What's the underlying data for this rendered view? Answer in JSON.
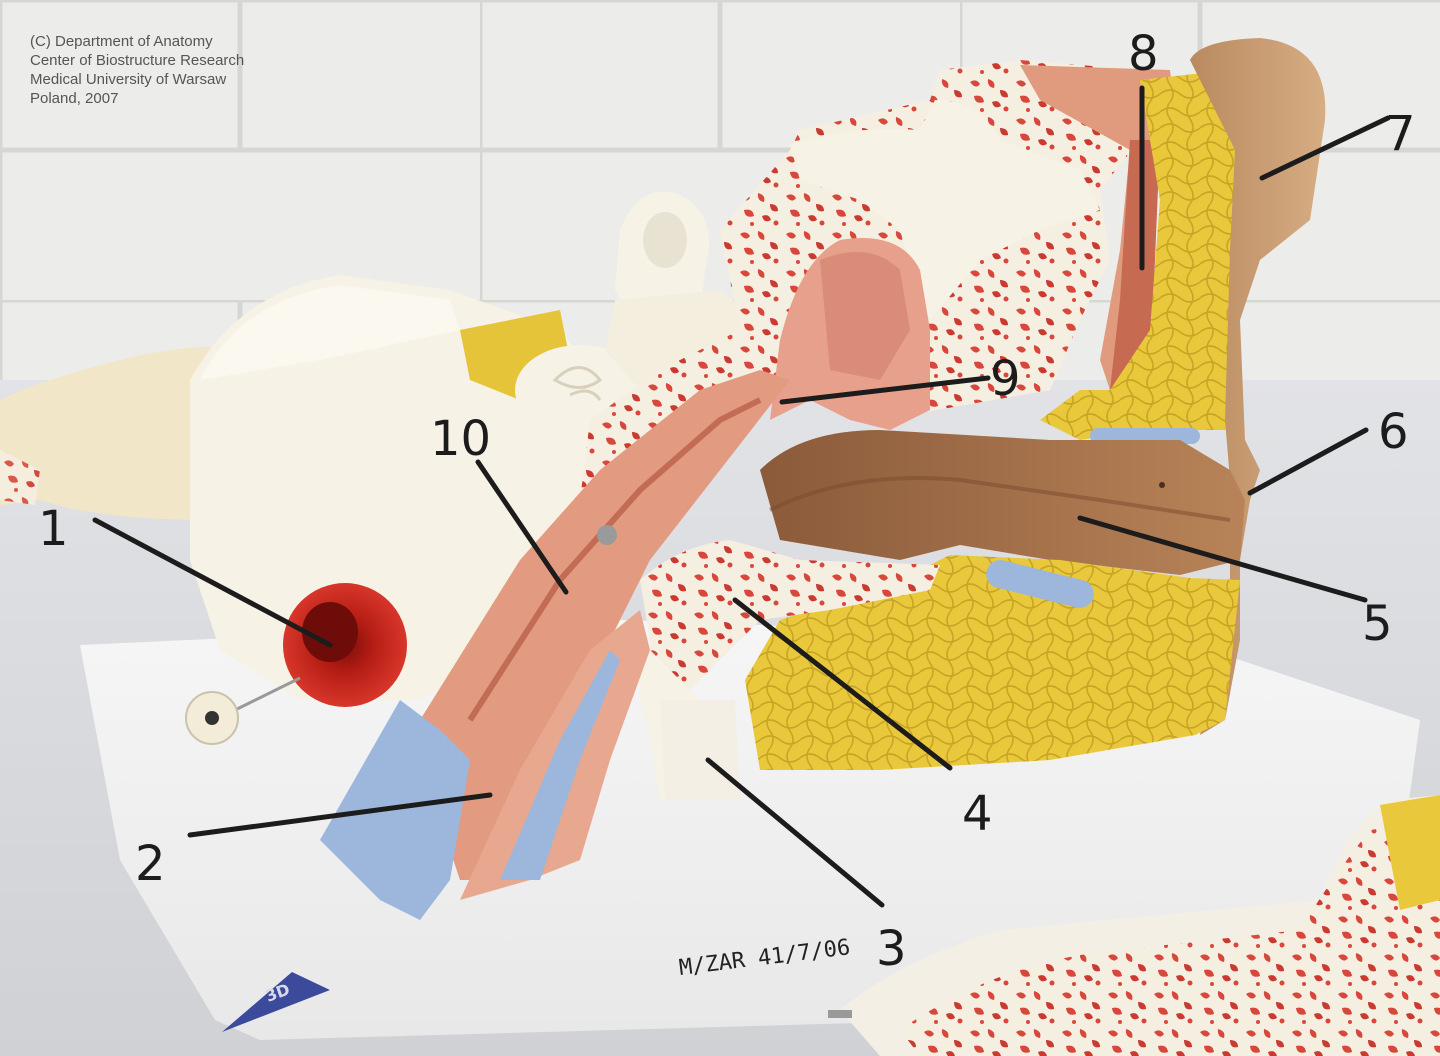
{
  "copyright": {
    "line1": "(C) Department of Anatomy",
    "line2": "Center of Biostructure Research",
    "line3": "Medical University of Warsaw",
    "line4": "Poland, 2007"
  },
  "labels": [
    "1",
    "2",
    "3",
    "4",
    "5",
    "6",
    "7",
    "8",
    "9",
    "10"
  ],
  "inventory_mark": "M/ZAR 41/7/06",
  "logo": "3D",
  "colors": {
    "bone": "#f5efe2",
    "spongy_red": "#d8473b",
    "soft_tissue": "#e8a48c",
    "fat_yellow": "#e8c83a",
    "vessel_blue": "#9cb6dc",
    "auricle_tan": "#c99a6e",
    "eardrum_red": "#c8281e"
  }
}
